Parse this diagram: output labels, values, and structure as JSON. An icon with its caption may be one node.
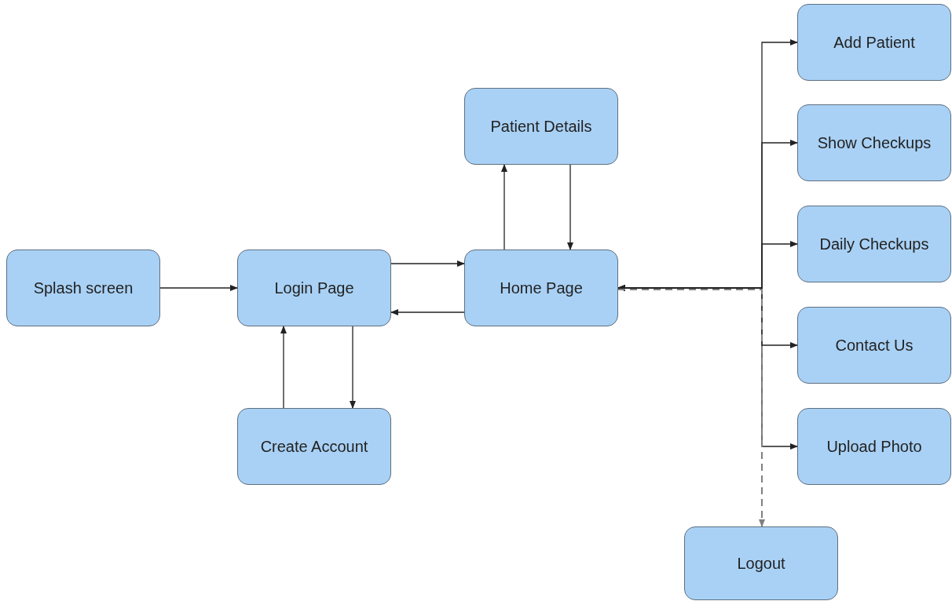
{
  "diagram": {
    "nodes": [
      {
        "text": [
          "Splash screen"
        ]
      },
      {
        "text": [
          "Login Page"
        ]
      },
      {
        "text": [
          "Create Account"
        ]
      },
      {
        "text": [
          "Patient Details"
        ]
      },
      {
        "text": [
          "Home Page"
        ]
      },
      {
        "text": [
          "Add Patient"
        ]
      },
      {
        "text": [
          "Show Checkups"
        ]
      },
      {
        "text": [
          "Daily Checkups"
        ]
      },
      {
        "text": [
          "Contact Us"
        ]
      },
      {
        "text": [
          "Upload Photo"
        ]
      },
      {
        "text": [
          "Logout"
        ]
      }
    ],
    "edges": [
      {
        "from": 0,
        "to": 1,
        "arrow": "to"
      },
      {
        "from": 1,
        "to": 4,
        "arrow": "to"
      },
      {
        "from": 4,
        "to": 1,
        "arrow": "to"
      },
      {
        "from": 1,
        "to": 2,
        "arrow": "to"
      },
      {
        "from": 2,
        "to": 1,
        "arrow": "to"
      },
      {
        "from": 4,
        "to": 3,
        "arrow": "to"
      },
      {
        "from": 3,
        "to": 4,
        "arrow": "to"
      },
      {
        "from": 4,
        "to": 5,
        "arrow": "both"
      },
      {
        "from": 4,
        "to": 6,
        "arrow": "both"
      },
      {
        "from": 4,
        "to": 7,
        "arrow": "both"
      },
      {
        "from": 4,
        "to": 8,
        "arrow": "both"
      },
      {
        "from": 4,
        "to": 9,
        "arrow": "both"
      },
      {
        "from": 4,
        "to": 10,
        "arrow": "to",
        "style": "dashed",
        "color": "#808080"
      }
    ]
  }
}
